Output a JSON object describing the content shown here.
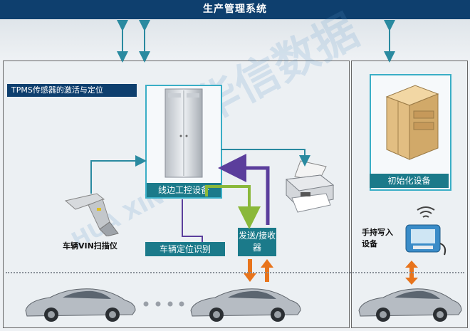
{
  "header": {
    "title": "生产管理系统"
  },
  "left_panel": {
    "section_title": "TPMS传感器的激活与定位",
    "server_label": "线边工控设备",
    "locator_label": "车辆定位识别",
    "scanner_label": "车辆VIN扫描仪",
    "transceiver_label": "发送/接收器"
  },
  "right_panel": {
    "init_label": "初始化设备",
    "handheld_label": "手持写入设备"
  },
  "watermark": {
    "brand": "华信数据",
    "latin": "HUA XIN DATA"
  },
  "colors": {
    "header_bg": "#0e3f6e",
    "teal_label": "#1b7a8a",
    "frame": "#3aaec6",
    "arrow_teal": "#2a8aa0",
    "arrow_green": "#8ab83a",
    "arrow_purple": "#5b3e9c",
    "arrow_orange": "#e8741c"
  }
}
